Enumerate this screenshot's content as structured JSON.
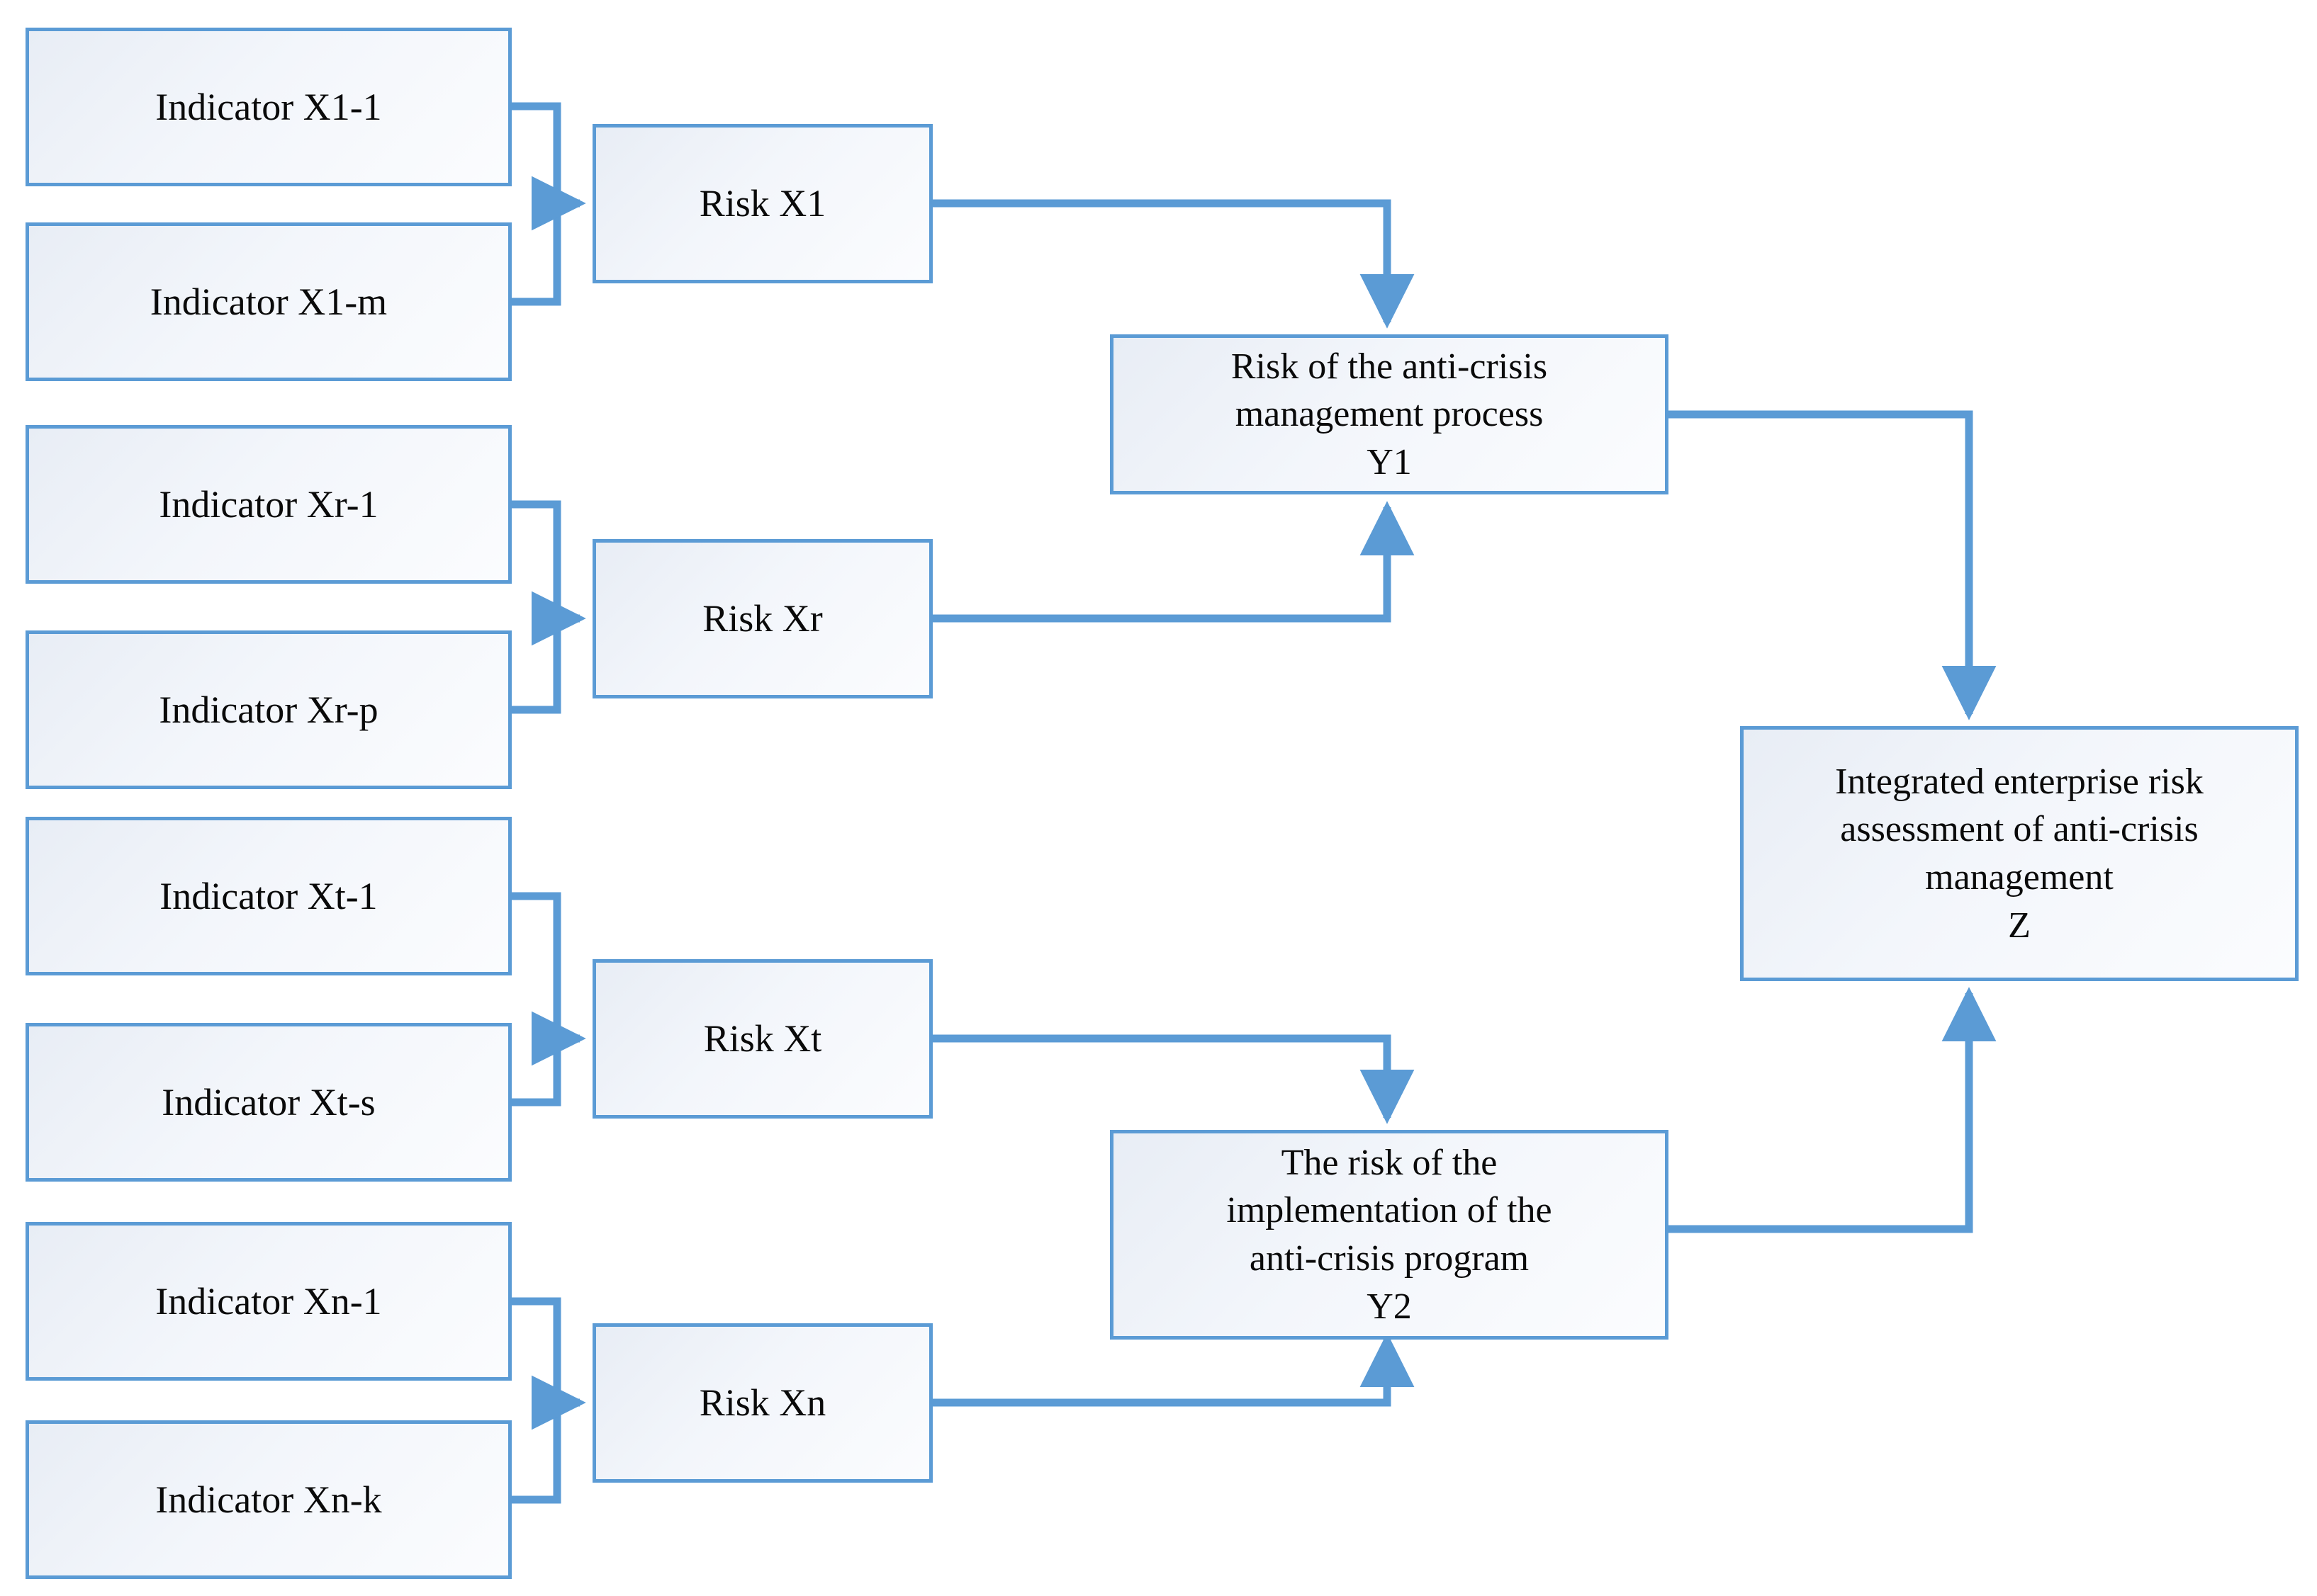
{
  "theme": {
    "border_color": "#5b9bd5",
    "fill_start": "#e8edf5",
    "fill_end": "#fbfcfe",
    "connector_color": "#5b9bd5",
    "text_color": "#000000",
    "background": "#ffffff"
  },
  "diagram": {
    "type": "flowchart",
    "orientation": "left-to-right",
    "levels": [
      "indicators",
      "risks",
      "aggregate-risks",
      "integrated-assessment"
    ]
  },
  "indicators": [
    {
      "id": "x1-1",
      "label": "Indicator X1-1"
    },
    {
      "id": "x1-m",
      "label": "Indicator X1-m"
    },
    {
      "id": "xr-1",
      "label": "Indicator Xr-1"
    },
    {
      "id": "xr-p",
      "label": "Indicator Xr-p"
    },
    {
      "id": "xt-1",
      "label": "Indicator Xt-1"
    },
    {
      "id": "xt-s",
      "label": "Indicator Xt-s"
    },
    {
      "id": "xn-1",
      "label": "Indicator Xn-1"
    },
    {
      "id": "xn-k",
      "label": "Indicator Xn-k"
    }
  ],
  "risks": [
    {
      "id": "risk-x1",
      "label": "Risk X1"
    },
    {
      "id": "risk-xr",
      "label": "Risk Xr"
    },
    {
      "id": "risk-xt",
      "label": "Risk Xt"
    },
    {
      "id": "risk-xn",
      "label": "Risk Xn"
    }
  ],
  "aggregates": [
    {
      "id": "y1",
      "label": "Risk of the anti-crisis\nmanagement process\nY1"
    },
    {
      "id": "y2",
      "label": "The risk of the\nimplementation of the\nanti-crisis program\nY2"
    }
  ],
  "total": {
    "id": "z",
    "label": "Integrated enterprise risk\nassessment of anti-crisis\nmanagement\nZ"
  },
  "connections": [
    {
      "from": "x1-1",
      "to": "risk-x1",
      "arrow": "right"
    },
    {
      "from": "x1-m",
      "to": "risk-x1",
      "arrow": "right"
    },
    {
      "from": "xr-1",
      "to": "risk-xr",
      "arrow": "right"
    },
    {
      "from": "xr-p",
      "to": "risk-xr",
      "arrow": "right"
    },
    {
      "from": "xt-1",
      "to": "risk-xt",
      "arrow": "right"
    },
    {
      "from": "xt-s",
      "to": "risk-xt",
      "arrow": "right"
    },
    {
      "from": "xn-1",
      "to": "risk-xn",
      "arrow": "right"
    },
    {
      "from": "xn-k",
      "to": "risk-xn",
      "arrow": "right"
    },
    {
      "from": "risk-x1",
      "to": "y1",
      "arrow": "down"
    },
    {
      "from": "risk-xr",
      "to": "y1",
      "arrow": "up"
    },
    {
      "from": "risk-xt",
      "to": "y2",
      "arrow": "down"
    },
    {
      "from": "risk-xn",
      "to": "y2",
      "arrow": "up"
    },
    {
      "from": "y1",
      "to": "z",
      "arrow": "down"
    },
    {
      "from": "y2",
      "to": "z",
      "arrow": "up"
    }
  ]
}
